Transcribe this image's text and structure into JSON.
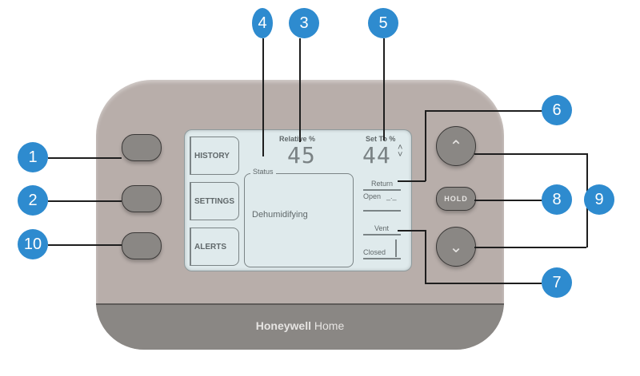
{
  "brand": {
    "bold": "Honeywell",
    "light": " Home"
  },
  "screen": {
    "menu": [
      {
        "label": "HISTORY"
      },
      {
        "label": "SETTINGS"
      },
      {
        "label": "ALERTS"
      }
    ],
    "relative": {
      "label": "Relative %",
      "value": "45"
    },
    "setpoint": {
      "label": "Set To %",
      "value": "44",
      "arrows": "⌃⌄"
    },
    "status": {
      "label": "Status",
      "text": "Dehumidifying"
    },
    "return": {
      "label": "Return",
      "state": "Open",
      "indicator": "_._"
    },
    "vent": {
      "label": "Vent",
      "state": "Closed"
    }
  },
  "buttons": {
    "hold": "HOLD",
    "up_icon": "chevron-up",
    "down_icon": "chevron-down"
  },
  "callouts": [
    "1",
    "2",
    "3",
    "4",
    "5",
    "6",
    "7",
    "8",
    "9",
    "10"
  ],
  "colors": {
    "callout": "#2e8bcf",
    "device": "#b8aeaa",
    "screen": "#dfeaec"
  }
}
